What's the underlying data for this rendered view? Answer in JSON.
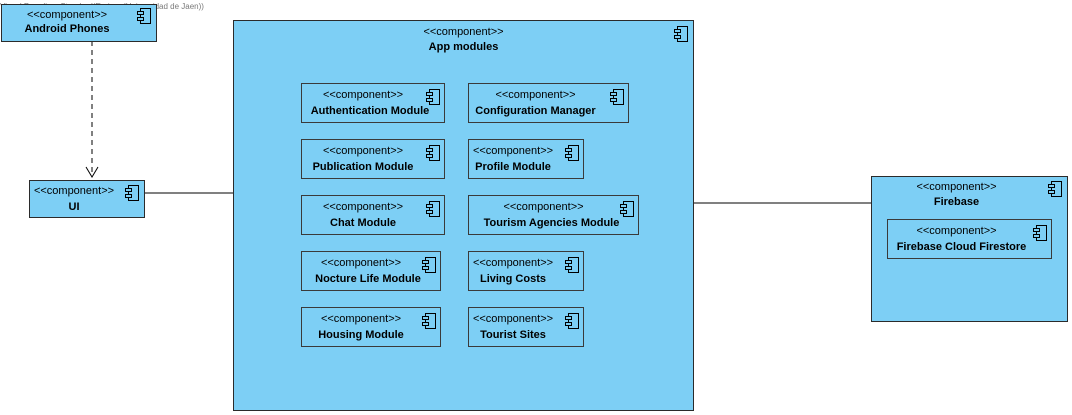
{
  "watermark": "Visual Paradigm Standard(Enrique(Universidad de Jaen))",
  "stereotype": "<<component>>",
  "components": {
    "android": {
      "name": "Android Phones"
    },
    "ui": {
      "name": "UI"
    },
    "app_modules": {
      "name": "App modules"
    },
    "firebase": {
      "name": "Firebase"
    },
    "firebase_cloud_firestore": {
      "name": "Firebase Cloud Firestore"
    }
  },
  "modules": [
    {
      "id": "auth",
      "name": "Authentication Module"
    },
    {
      "id": "config",
      "name": "Configuration Manager"
    },
    {
      "id": "publication",
      "name": "Publication Module"
    },
    {
      "id": "profile",
      "name": "Profile Module"
    },
    {
      "id": "chat",
      "name": "Chat Module"
    },
    {
      "id": "tourism",
      "name": "Tourism Agencies Module"
    },
    {
      "id": "nocture",
      "name": "Nocture Life Module"
    },
    {
      "id": "living",
      "name": "Living Costs"
    },
    {
      "id": "housing",
      "name": "Housing Module"
    },
    {
      "id": "tourist",
      "name": "Tourist Sites"
    }
  ],
  "colors": {
    "component_fill": "#7dcff5",
    "border": "#2b2b2b"
  },
  "icon": "component-icon"
}
